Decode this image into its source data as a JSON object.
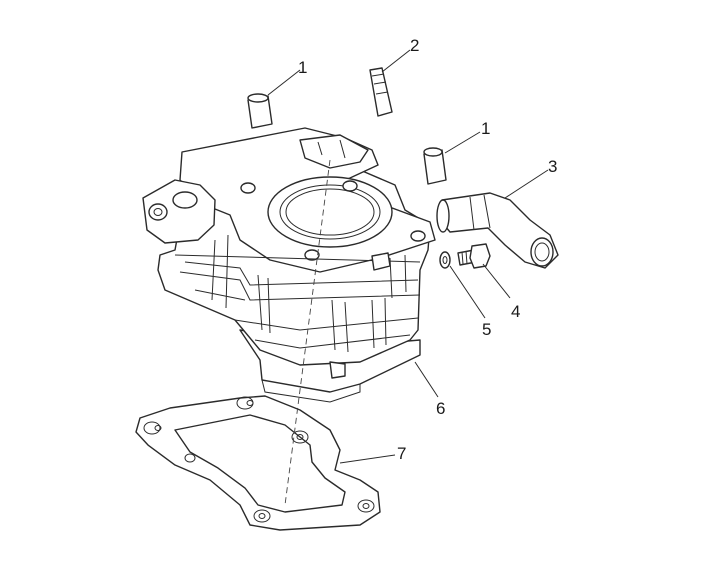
{
  "callouts": [
    {
      "id": "c1a",
      "label": "1"
    },
    {
      "id": "c2",
      "label": "2"
    },
    {
      "id": "c1b",
      "label": "1"
    },
    {
      "id": "c3",
      "label": "3"
    },
    {
      "id": "c4",
      "label": "4"
    },
    {
      "id": "c5",
      "label": "5"
    },
    {
      "id": "c6",
      "label": "6"
    },
    {
      "id": "c7",
      "label": "7"
    }
  ]
}
